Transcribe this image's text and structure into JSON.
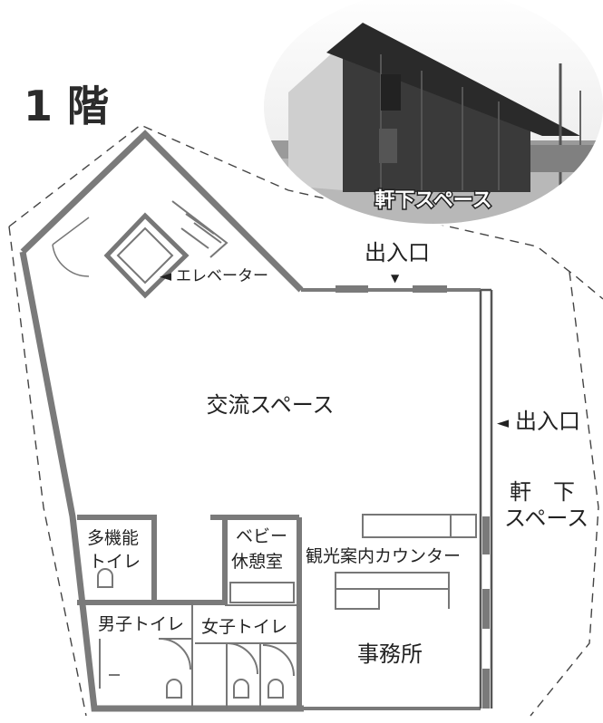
{
  "floor_title": "1 階",
  "photo_caption": "軒下スペース",
  "labels": {
    "entrance_top": "出入口",
    "entrance_right": "出入口",
    "elevator": "エレベーター",
    "exchange_space": "交流スペース",
    "eaves_line1": "軒　下",
    "eaves_line2": "スペース",
    "multi_toilet_line1": "多機能",
    "multi_toilet_line2": "トイレ",
    "baby_room_line1": "ベビー",
    "baby_room_line2": "休憩室",
    "tourist_counter": "観光案内カウンター",
    "mens_toilet": "男子トイレ",
    "womens_toilet": "女子トイレ",
    "office": "事務所"
  },
  "icons": {
    "arrow_down": "▼",
    "arrow_left": "◄"
  }
}
